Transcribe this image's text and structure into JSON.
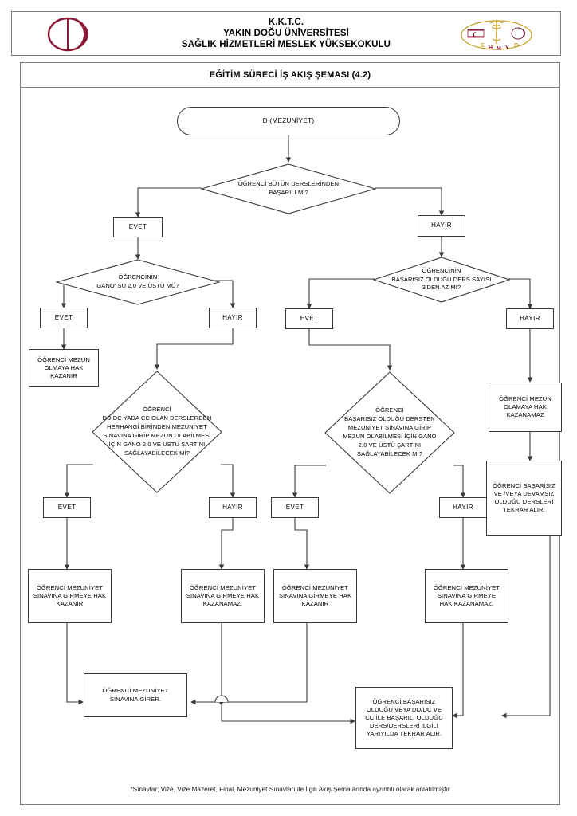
{
  "header": {
    "org_title": "K.K.T.C.\nYAKIN DOĞU ÜNİVERSİTESİ\nSAĞLIK HİZMETLERİ MESLEK YÜKSEKOKULU",
    "left_logo_name": "near-east-university-logo",
    "right_logo_name": "shmyo-emblem-logo",
    "doc_title": "EĞİTİM SÜRECİ İŞ AKIŞ ŞEMASI (4.2)"
  },
  "colors": {
    "logo_maroon": "#8B1A36",
    "emblem_gold": "#C8A227",
    "border_gray": "#808080",
    "line_black": "#3a3a3a"
  },
  "flow": {
    "start": "D (MEZUNİYET)",
    "d1": "ÖĞRENCİ BÜTÜN DERSLERİNDEN\nBAŞARILI MI?",
    "d1_yes": "EVET",
    "d1_no": "HAYIR",
    "d2": "ÖĞRENCİNİN\nGANO' SU  2,0 VE ÜSTÜ MÜ?",
    "d2_yes": "EVET",
    "d2_no": "HAYIR",
    "d3": "ÖĞRENCİNİN\nBAŞARISIZ OLDUĞU DERS SAYISI\n3'DEN AZ MI?",
    "d3_yes": "EVET",
    "d3_no": "HAYIR",
    "p_mezun_hak": "ÖĞRENCİ MEZUN\nOLMAYA HAK\nKAZANIR",
    "d4": "ÖĞRENCİ\nDD  DC YADA CC OLAN DERSLERDEN\nHERHANGİ BİRİNDEN MEZUNİYET\nSINAVINA GİRİP MEZUN OLABİLMESİ\nİÇİN GANO 2.0 VE ÜSTÜ ŞARTINI\nSAĞLAYABİLECEK Mİ?",
    "d4_yes": "EVET",
    "d4_no": "HAYIR",
    "d5": "ÖĞRENCİ\nBAŞARISIZ OLDUĞU DERSTEN\nMEZUNİYET SINAVINA GİRİP\nMEZUN OLABİLMESİ İÇİN GANO\n2.0 VE ÜSTÜ ŞARTINI\nSAĞLAYABİLECEK Mİ?",
    "d5_yes": "EVET",
    "d5_no": "HAYIR",
    "p_mezun_olamaz": "ÖĞRENCİ MEZUN\nOLAMAYA HAK\nKAZANAMAZ",
    "p_tekrar_alir": "ÖĞRENCİ BAŞARISIZ\nVE /VEYA DEVAMSIZ\nOLDUĞU DERSLERİ\nTEKRAR ALIR.",
    "p_sinav_hak_1": "ÖĞRENCİ MEZUNİYET\nSINAVINA GİRMEYE HAK\nKAZANIR",
    "p_sinav_yok_1": "ÖĞRENCİ MEZUNİYET\nSINAVINA GİRMEYE HAK\nKAZANAMAZ.",
    "p_sinav_hak_2": "ÖĞRENCİ MEZUNİYET\nSINAVINA GİRMEYE HAK\nKAZANIR",
    "p_sinav_yok_2": "ÖĞRENCİ  MEZUNİYET\nSINAVINA      GİRMEYE\nHAK KAZANAMAZ.",
    "p_sinava_girer": "ÖĞRENCİ MEZUNİYET\nSINAVINA GİRER.",
    "p_yariyilda_tekrar": "ÖĞRENCİ BAŞARISIZ\nOLDUĞU VEYA DD/DC VE\nCC İLE BAŞARILI OLDUĞU\nDERS/DERSLERİ İLGİLİ\nYARIYILDA TEKRAR ALIR."
  },
  "footnote": "*Sınavlar; Vize, Vize Mazeret, Final, Mezuniyet Sınavları ile İlgili Akış Şemalarında ayrıntılı olarak anlatılmıştır"
}
